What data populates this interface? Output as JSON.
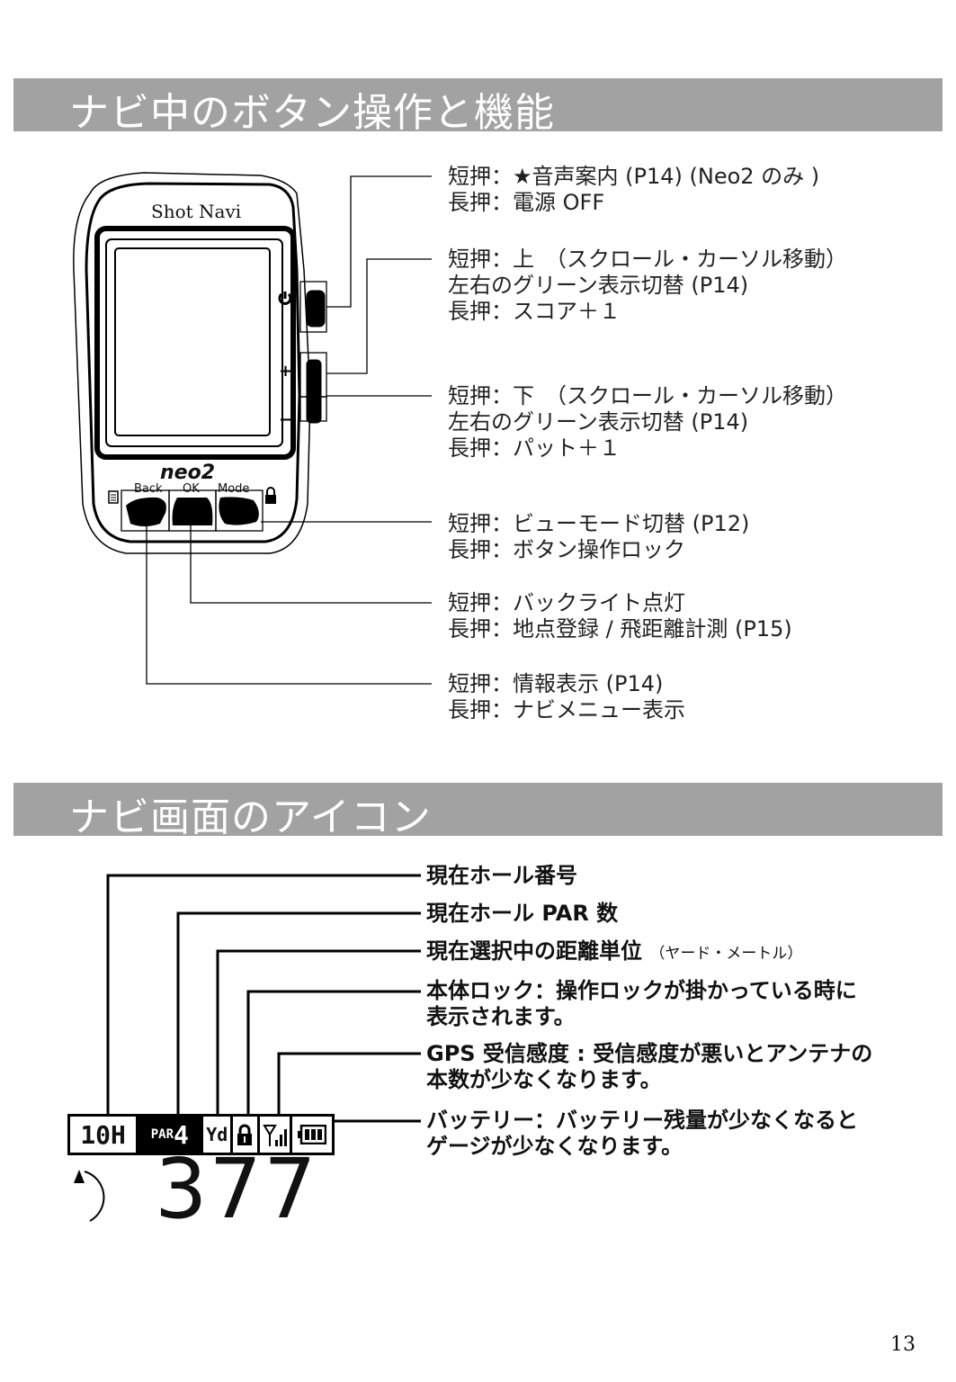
{
  "section1": {
    "title": "ナビ中のボタン操作と機能",
    "device": {
      "brand": "Shot Navi",
      "model": "neo2",
      "buttons": [
        "Back",
        "OK",
        "Mode"
      ],
      "side_buttons": [
        "power",
        "+",
        "−"
      ]
    },
    "callouts": [
      {
        "lines": [
          "短押：★音声案内 (P14) (Neo2 のみ )",
          "長押：電源 OFF"
        ]
      },
      {
        "lines": [
          "短押：上　（スクロール・カーソル移動）",
          "左右のグリーン表示切替 (P14)",
          "長押：スコア＋１"
        ]
      },
      {
        "lines": [
          "短押：下　（スクロール・カーソル移動）",
          "左右のグリーン表示切替 (P14)",
          "長押：パット＋１"
        ]
      },
      {
        "lines": [
          "短押：ビューモード切替 (P12)",
          "長押：ボタン操作ロック"
        ]
      },
      {
        "lines": [
          "短押：バックライト点灯",
          "長押：地点登録 / 飛距離計測 (P15)"
        ]
      },
      {
        "lines": [
          "短押：情報表示 (P14)",
          "長押：ナビメニュー表示"
        ]
      }
    ]
  },
  "section2": {
    "title": "ナビ画面のアイコン",
    "callouts": [
      {
        "lines": [
          "現在ホール番号"
        ]
      },
      {
        "lines": [
          "現在ホール PAR 数"
        ]
      },
      {
        "lines": [
          "現在選択中の距離単位"
        ],
        "note": "（ヤード・メートル）"
      },
      {
        "lines": [
          "本体ロック：操作ロックが掛かっている時に",
          "表示されます。"
        ]
      },
      {
        "lines": [
          "GPS 受信感度 : 受信感度が悪いとアンテナの",
          "本数が少なくなります。"
        ]
      },
      {
        "lines": [
          "バッテリー：バッテリー残量が少なくなると",
          "ゲージが少なくなります。"
        ]
      }
    ],
    "screen": {
      "hole": "10H",
      "par_label": "PAR",
      "par": "4",
      "unit": "Yd",
      "distance": "377",
      "icons": [
        "lock-icon",
        "antenna-icon",
        "battery-icon",
        "pin-direction-icon"
      ]
    }
  },
  "page_number": "13"
}
